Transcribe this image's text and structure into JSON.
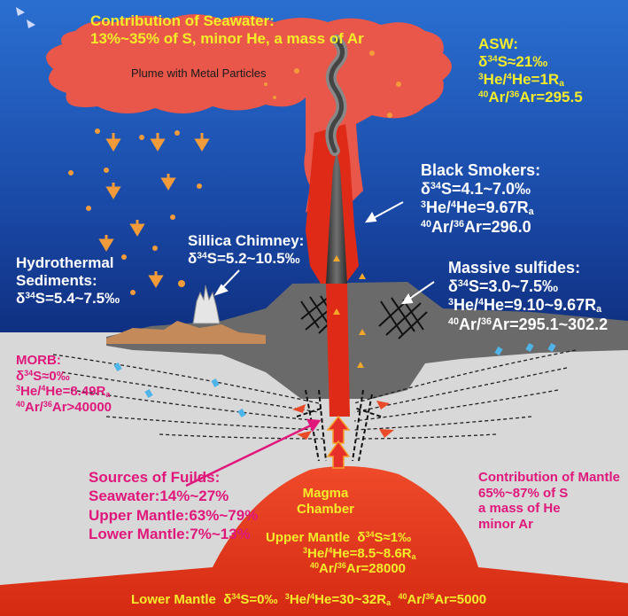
{
  "colors": {
    "ocean_top": "#1a4fb0",
    "ocean_bottom": "#0d2d7a",
    "seafloor": "#d8d8d8",
    "crust": "#6b6b6b",
    "magma": "#e3301a",
    "plume": "#e8574a",
    "label_yellow": "#f5ec2a",
    "label_magenta": "#e0187c",
    "label_white": "#ffffff"
  },
  "seawater": {
    "title": "Contribution of Seawater:",
    "detail": "13%~35% of S, minor He, a mass of Ar"
  },
  "plume_label": "Plume with Metal Particles",
  "asw": {
    "title": "ASW:",
    "s": "≈21‰",
    "he": "=1R",
    "ar": "=295.5"
  },
  "black_smokers": {
    "title": "Black Smokers:",
    "s": "=4.1~7.0‰",
    "he": "=9.67R",
    "ar": "=296.0"
  },
  "silica_chimney": {
    "title": "Sillica Chimney:",
    "s": "=5.2~10.5‰"
  },
  "hydrothermal": {
    "title1": "Hydrothermal",
    "title2": "Sediments:",
    "s": "=5.4~7.5‰"
  },
  "massive_sulfides": {
    "title": "Massive sulfides:",
    "s": "=3.0~7.5‰",
    "he": "=9.10~9.67R",
    "ar": "=295.1~302.2"
  },
  "morb": {
    "title": "MORB:",
    "s": "≈0‰",
    "he": "=8.49R",
    "ar": ">40000"
  },
  "sources": {
    "title": "Sources of Fuilds:",
    "seawater": "Seawater:14%~27%",
    "upper": "Upper Mantle:63%~79%",
    "lower": "Lower Mantle:7%~13%"
  },
  "mantle_contrib": {
    "l1": "Contribution of Mantle",
    "l2": "65%~87% of S",
    "l3": "a mass of He",
    "l4": "minor Ar"
  },
  "magma": {
    "l1": "Magma",
    "l2": "Chamber"
  },
  "upper_mantle": {
    "label": "Upper Mantle",
    "s": "≈1‰",
    "he": "=8.5~8.6R",
    "ar": "=28000"
  },
  "lower_mantle": {
    "label": "Lower Mantle",
    "s": "=0‰",
    "he": "=30~32R",
    "ar": "=5000"
  },
  "sym": {
    "delta": "δ",
    "s34": "34",
    "S": "S",
    "he3": "3",
    "He": "He/",
    "he4": "4",
    "He2": "He",
    "sub_a": "a",
    "ar40": "40",
    "Ar": "Ar/",
    "ar36": "36",
    "Ar2": "Ar"
  }
}
